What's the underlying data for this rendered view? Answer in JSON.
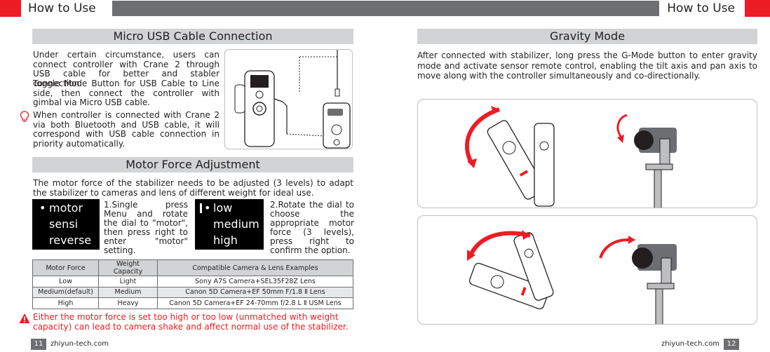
{
  "colors": {
    "accent_red": "#ed1c24",
    "header_gray": "#6d6e71",
    "section_gray": "#d1d3d4"
  },
  "header": {
    "left_title": "How to Use",
    "right_title": "How to Use"
  },
  "usb_section": {
    "title": "Micro USB Cable Connection",
    "intro": "Under certain circumstance, users can connect controller with Crane 2 through USB cable for better and stabler connection:",
    "instruction": "Toggle Mode Button for USB Cable to Line side, then connect the controller with gimbal via Micro USB cable.",
    "tip_icon": "lightbulb-icon",
    "tip": "When controller is connected with Crane 2 via both Bluetooth and USB cable, it will correspond with USB cable connection in priority automatically."
  },
  "motor_section": {
    "title": "Motor Force Adjustment",
    "intro": "The motor force of the stabilizer needs to be adjusted (3 levels) to adapt the stabilizer to cameras and lens of different weight for ideal use.",
    "screen1": {
      "items": [
        "motor",
        "sensi",
        "reverse"
      ],
      "marker": "•"
    },
    "step1": "1.Single press Menu and rotate the dial to \"motor\", then press right to enter \"motor\" setting.",
    "screen2": {
      "items": [
        "low",
        "medium",
        "high"
      ],
      "marker": "•"
    },
    "step2": "2.Rotate the dial to choose the appropriate motor force (3 levels), press right to confirm the option."
  },
  "table": {
    "headers": [
      "Motor Force",
      "Weight Capacity",
      "Compatible Camera & Lens Examples"
    ],
    "rows": [
      [
        "Low",
        "Light",
        "Sony A7S Camera+SEL35F28Z Lens"
      ],
      [
        "Medium(default)",
        "Medium",
        "Canon 5D Camera+EF 50mm F/1.8 Ⅱ Lens"
      ],
      [
        "High",
        "Heavy",
        "Canon 5D Camera+EF 24-70mm f/2.8 L Ⅱ USM Lens"
      ]
    ]
  },
  "warning": {
    "icon": "warning-triangle-icon",
    "text": "Either the motor force is set too high or too low (unmatched with weight capacity) can lead to camera shake and affect normal use of the stabilizer."
  },
  "gravity_section": {
    "title": "Gravity Mode",
    "text": "After connected with stabilizer, long press the G-Mode button to enter gravity mode and activate sensor remote control, enabling the tilt axis and pan axis to move along with the controller simultaneously and co-directionally."
  },
  "footer": {
    "left_page": "11",
    "left_url": "zhiyun-tech.com",
    "right_url": "zhiyun-tech.com",
    "right_page": "12"
  }
}
